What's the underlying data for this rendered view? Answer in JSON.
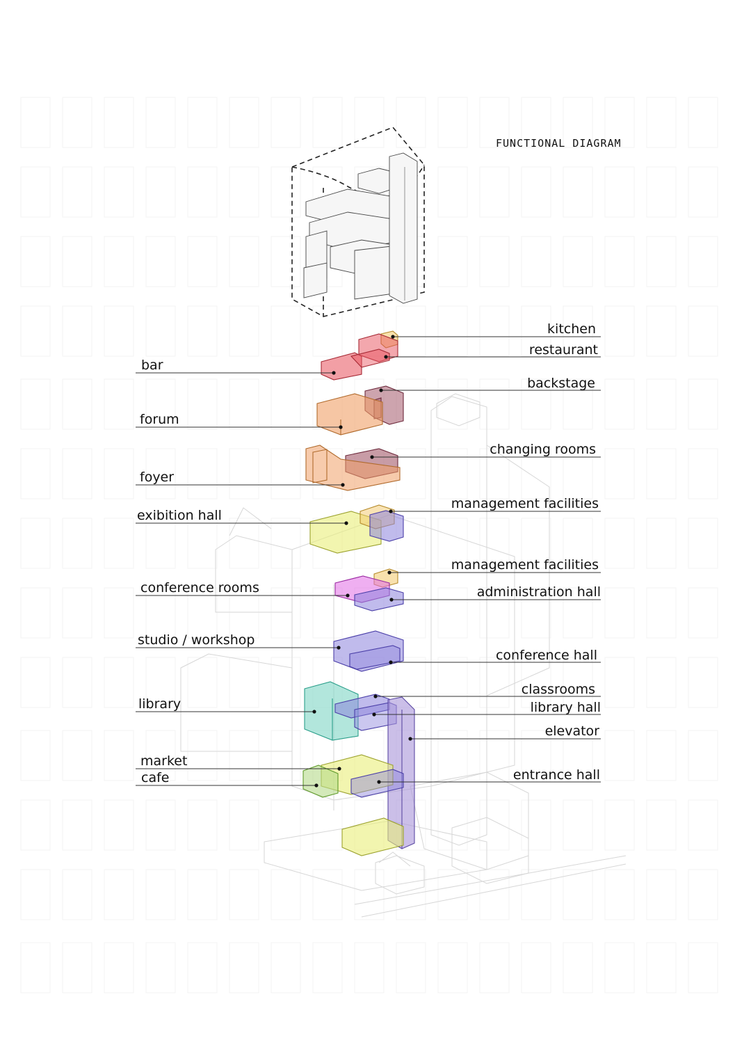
{
  "title": "FUNCTIONAL DIAGRAM",
  "colors": {
    "red": "#e8505b",
    "dark_red": "#9b4a5d",
    "orange": "#f0a067",
    "yellow": "#e9ef7a",
    "gold": "#f3c86a",
    "purple": "#8c83dc",
    "magenta": "#e26ee6",
    "teal": "#7fd6c5",
    "light_green": "#b5db8a",
    "violet": "#a895d8"
  },
  "labels": [
    {
      "id": "kitchen",
      "text": "kitchen"
    },
    {
      "id": "restaurant",
      "text": "restaurant"
    },
    {
      "id": "bar",
      "text": "bar"
    },
    {
      "id": "backstage",
      "text": "backstage"
    },
    {
      "id": "forum",
      "text": "forum"
    },
    {
      "id": "changing_rooms",
      "text": "changing rooms"
    },
    {
      "id": "foyer",
      "text": "foyer"
    },
    {
      "id": "management_facilities_1",
      "text": "management facilities"
    },
    {
      "id": "exibition_hall",
      "text": "exibition hall"
    },
    {
      "id": "management_facilities_2",
      "text": "management facilities"
    },
    {
      "id": "conference_rooms",
      "text": "conference rooms"
    },
    {
      "id": "administration_hall",
      "text": "administration hall"
    },
    {
      "id": "studio_workshop",
      "text": "studio / workshop"
    },
    {
      "id": "conference_hall",
      "text": "conference hall"
    },
    {
      "id": "classrooms",
      "text": "classrooms"
    },
    {
      "id": "library_hall",
      "text": "library hall"
    },
    {
      "id": "library",
      "text": "library"
    },
    {
      "id": "elevator",
      "text": "elevator"
    },
    {
      "id": "market",
      "text": "market"
    },
    {
      "id": "entrance_hall",
      "text": "entrance hall"
    },
    {
      "id": "cafe",
      "text": "cafe"
    }
  ]
}
